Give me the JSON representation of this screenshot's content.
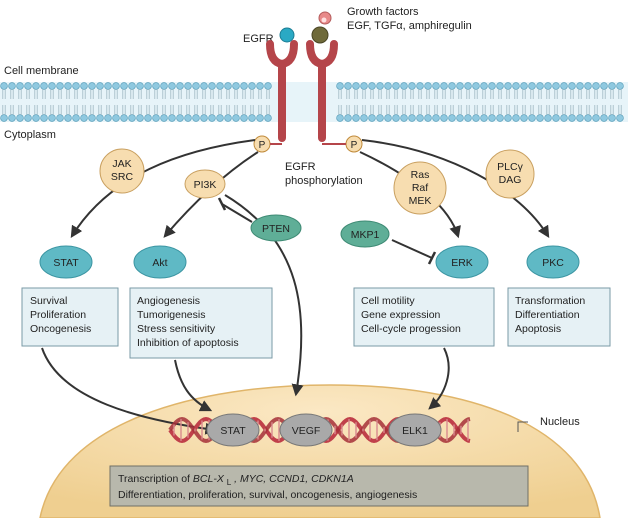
{
  "growth_factors": {
    "title": "Growth factors",
    "list": "EGF, TGFα, amphiregulin"
  },
  "labels": {
    "cell_membrane": "Cell membrane",
    "cytoplasm": "Cytoplasm",
    "egfr": "EGFR",
    "egfr_phos_line1": "EGFR",
    "egfr_phos_line2": "phosphorylation",
    "nucleus": "Nucleus",
    "phospho_left": "P",
    "phospho_right": "P"
  },
  "nodes": {
    "jak": "JAK",
    "src": "SRC",
    "pi3k": "PI3K",
    "pten": "PTEN",
    "ras": "Ras",
    "raf": "Raf",
    "mek": "MEK",
    "plcg": "PLCγ",
    "dag": "DAG",
    "mkp1": "MKP1",
    "stat": "STAT",
    "akt": "Akt",
    "erk": "ERK",
    "pkc": "PKC"
  },
  "outcome_boxes": {
    "stat": [
      "Survival",
      "Proliferation",
      "Oncogenesis"
    ],
    "akt": [
      "Angiogenesis",
      "Tumorigenesis",
      "Stress sensitivity",
      "Inhibition of apoptosis"
    ],
    "erk": [
      "Cell motility",
      "Gene expression",
      "Cell-cycle progession"
    ],
    "pkc": [
      "Transformation",
      "Differentiation",
      "Apoptosis"
    ]
  },
  "nuclear_factors": {
    "stat": "STAT",
    "vegf": "VEGF",
    "elk1": "ELK1"
  },
  "transcription": {
    "prefix": "Transcription of ",
    "genes_italic_1": "BCL-X",
    "genes_sub": "L",
    "genes_italic_2": ", MYC, CCND1, CDKN1A",
    "line2": "Differentiation, proliferation, survival, oncogenesis, angiogenesis"
  },
  "colors": {
    "membrane_blue": "#8fc9e0",
    "receptor": "#b5454a",
    "yellow_node": "#f7ddb0",
    "teal_node": "#5fb9c5",
    "green_node": "#5fae97",
    "box_fill": "#e6f1f5",
    "nucleus_fill": "#f4d9a4",
    "dna_red": "#c0404a"
  }
}
